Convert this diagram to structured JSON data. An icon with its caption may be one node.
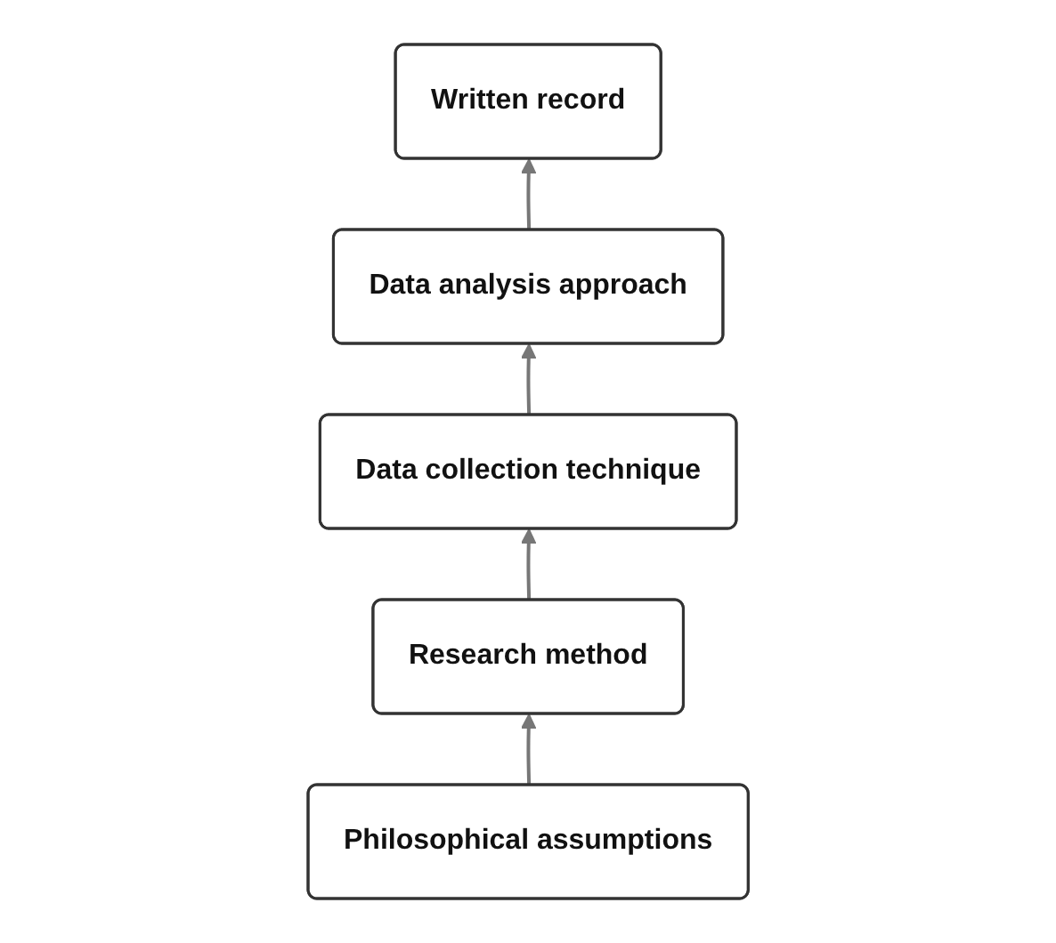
{
  "diagram": {
    "nodes": [
      {
        "text": [
          "Written record"
        ]
      },
      {
        "text": [
          "Data analysis approach"
        ]
      },
      {
        "text": [
          "Data collection technique"
        ]
      },
      {
        "text": [
          "Research method"
        ]
      },
      {
        "text": [
          "Philosophical assumptions"
        ]
      }
    ],
    "edges": [
      {
        "from": 4,
        "to": 3,
        "arrow": "to"
      },
      {
        "from": 3,
        "to": 2,
        "arrow": "to"
      },
      {
        "from": 2,
        "to": 1,
        "arrow": "to"
      },
      {
        "from": 1,
        "to": 0,
        "arrow": "to"
      }
    ]
  }
}
